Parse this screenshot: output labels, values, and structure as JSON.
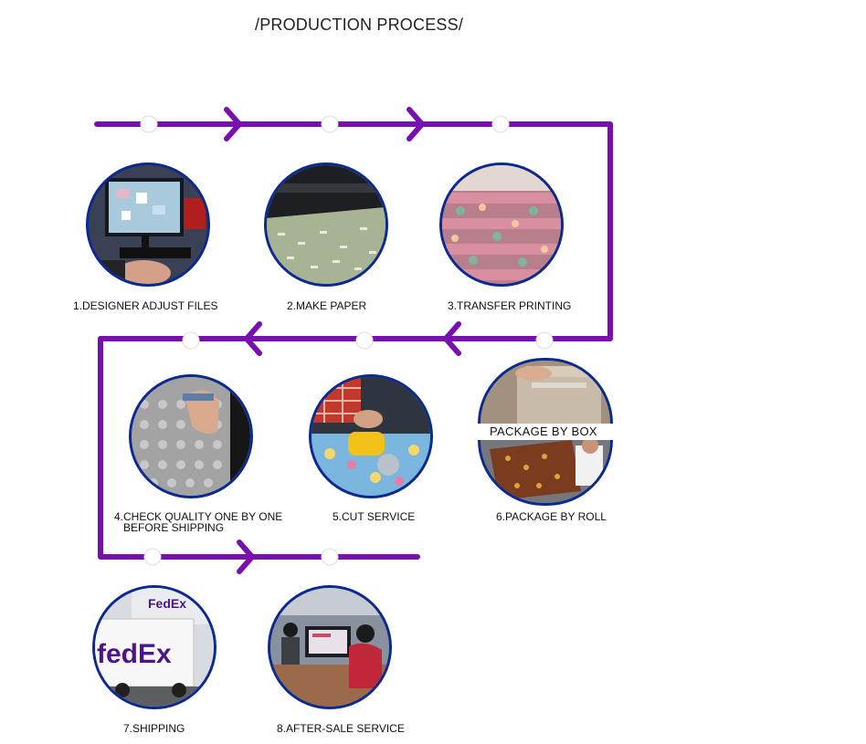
{
  "title": "/PRODUCTION PROCESS/",
  "colors": {
    "flow_line": "#7a0fb0",
    "ring": "#0b2a8f",
    "node": "#ffffff"
  },
  "steps": [
    {
      "label": "1.DESIGNER ADJUST FILES",
      "icon": "designer-computer-photo"
    },
    {
      "label": "2.MAKE PAPER",
      "icon": "printer-paper-photo"
    },
    {
      "label": "3.TRANSFER PRINTING",
      "icon": "fabric-rolls-photo"
    },
    {
      "label": "4.CHECK QUALITY ONE BY ONE",
      "label2": "BEFORE SHIPPING",
      "icon": "quality-check-photo"
    },
    {
      "label": "5.CUT SERVICE",
      "icon": "cutting-fabric-photo"
    },
    {
      "label": "6.PACKAGE BY ROLL",
      "box_caption": "PACKAGE BY BOX",
      "icon": "package-photo"
    },
    {
      "label": "7.SHIPPING",
      "icon": "fedex-truck-photo",
      "logo_text_small": "FedEx",
      "logo_text_large": "fedEx"
    },
    {
      "label": "8.AFTER-SALE SERVICE",
      "icon": "office-service-photo"
    }
  ]
}
